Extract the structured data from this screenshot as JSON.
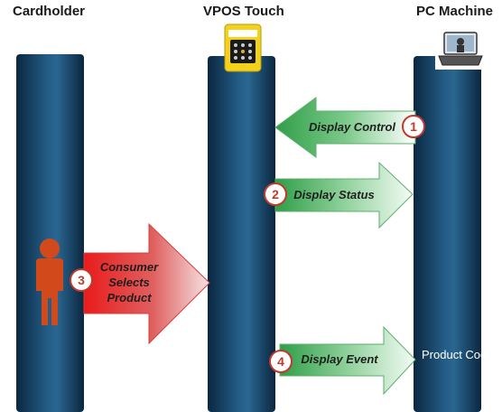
{
  "lanes": {
    "cardholder": "Cardholder",
    "vpos": "VPOS Touch",
    "pc": "PC Machine"
  },
  "steps": [
    {
      "number": "1",
      "label": "Display Control"
    },
    {
      "number": "2",
      "label": "Display Status"
    },
    {
      "number": "3",
      "label_lines": [
        "Consumer",
        "Selects",
        "Product"
      ]
    },
    {
      "number": "4",
      "label": "Display Event"
    }
  ],
  "pc_output": "Product Code",
  "colors": {
    "pillar_dark": "#0e2f4c",
    "pillar_light": "#2d6a93",
    "green_arrow": "#3fa654",
    "red_arrow": "#e82020",
    "badge_ring": "#c0392b",
    "person": "#d24a1c"
  },
  "icons": [
    "person-icon",
    "vpos-terminal-icon",
    "laptop-icon"
  ]
}
